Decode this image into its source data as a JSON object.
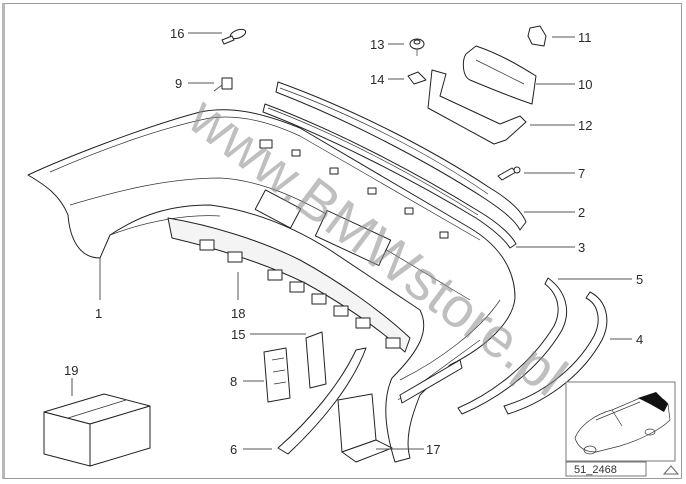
{
  "diagram": {
    "title": "Rear bumper parts diagram",
    "watermark": "www.BMWstore.pl",
    "callouts": [
      {
        "id": "c1",
        "label": "1"
      },
      {
        "id": "c2",
        "label": "2"
      },
      {
        "id": "c3",
        "label": "3"
      },
      {
        "id": "c4",
        "label": "4"
      },
      {
        "id": "c5",
        "label": "5"
      },
      {
        "id": "c6",
        "label": "6"
      },
      {
        "id": "c7",
        "label": "7"
      },
      {
        "id": "c8",
        "label": "8"
      },
      {
        "id": "c9",
        "label": "9"
      },
      {
        "id": "c10",
        "label": "10"
      },
      {
        "id": "c11",
        "label": "11"
      },
      {
        "id": "c12",
        "label": "12"
      },
      {
        "id": "c13",
        "label": "13"
      },
      {
        "id": "c14",
        "label": "14"
      },
      {
        "id": "c15",
        "label": "15"
      },
      {
        "id": "c16",
        "label": "16"
      },
      {
        "id": "c17",
        "label": "17"
      },
      {
        "id": "c18",
        "label": "18"
      },
      {
        "id": "c19",
        "label": "19"
      }
    ],
    "inset": {
      "diagram_code": "51_2468",
      "warning_icon": "triangle-icon",
      "highlight_color": "#111111"
    },
    "colors": {
      "line": "#222222",
      "frame": "#9a9a9a",
      "watermark": "#8c8c8c"
    }
  }
}
